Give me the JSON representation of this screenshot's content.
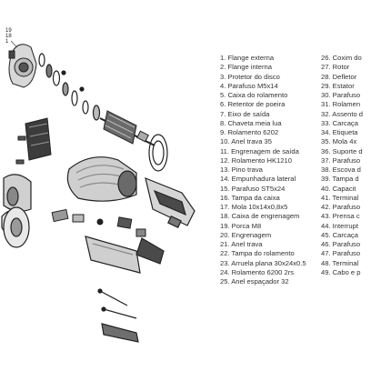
{
  "diagram": {
    "callouts": [
      "19",
      "18",
      "1"
    ]
  },
  "parts_left": [
    "1. Flange externa",
    "2. Flange interna",
    "3. Protetor do disco",
    "4. Parafuso M5x14",
    "5. Caixa do rolamento",
    "6. Retentor de poeira",
    "7. Eixo de saída",
    "8. Chaveta meia lua",
    "9. Rolamento 6202",
    "10. Anel trava 35",
    "11. Engrenagem de saída",
    "12. Rolamento HK1210",
    "13. Pino trava",
    "14. Empunhadura lateral",
    "15. Parafuso ST5x24",
    "16. Tampa da caixa",
    "17. Mola 10x14x0,8x5",
    "18. Caixa de engrenagem",
    "19. Porca M8",
    "20. Engrenagem",
    "21. Anel trava",
    "22. Tampa do rolamento",
    "23. Arruela plana 30x24x0.5",
    "24. Rolamento 6200 2rs",
    "25. Anel espaçador 32"
  ],
  "parts_right": [
    "26. Coxim do",
    "27. Rotor",
    "28. Defletor",
    "29. Estator",
    "30. Parafuso",
    "31. Rolamen",
    "32. Assento d",
    "33. Carcaça",
    "34. Etiqueta",
    "35. Mola 4x",
    "36. Suporte d",
    "37. Parafuso",
    "38. Escova d",
    "39. Tampa d",
    "40. Capacit",
    "41. Terminal",
    "42. Parafuso",
    "43. Prensa c",
    "44. Interrupt",
    "45. Carcaça",
    "46. Parafuso",
    "47. Parafuso",
    "48. Terminal",
    "49. Cabo e p"
  ]
}
